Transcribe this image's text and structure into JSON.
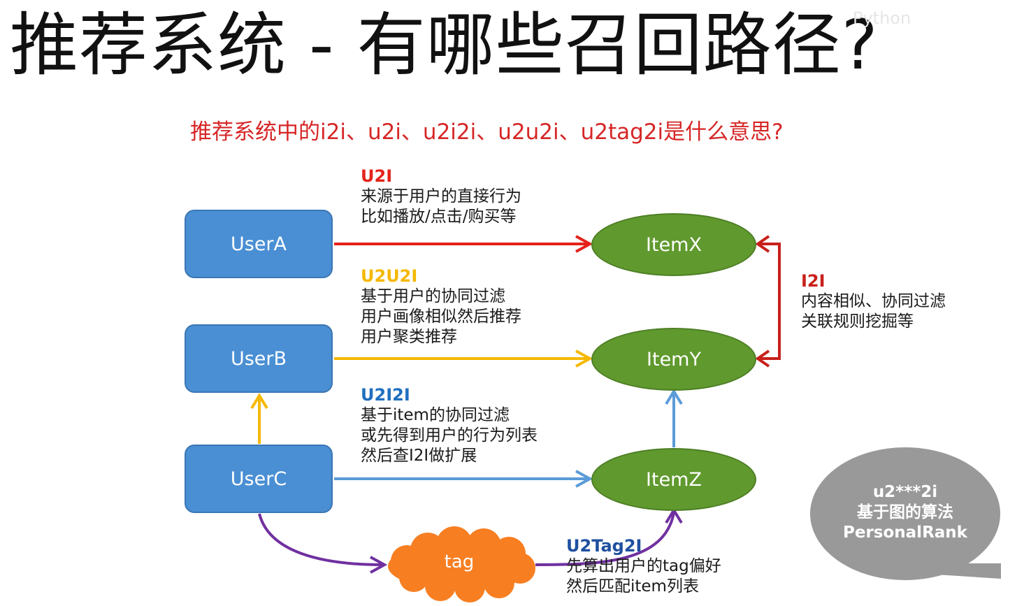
{
  "title": "推荐系统 - 有哪些召回路径?",
  "watermark": "Python",
  "subtitle": "推荐系统中的i2i、u2i、u2i2i、u2u2i、u2tag2i是什么意思?",
  "users": [
    "UserA",
    "UserB",
    "UserC"
  ],
  "items": [
    "ItemX",
    "ItemY",
    "ItemZ"
  ],
  "tag": "tag",
  "u2i": {
    "title": "U2I",
    "lines": [
      "来源于用户的直接行为",
      "比如播放/点击/购买等"
    ]
  },
  "u2u2i": {
    "title": "U2U2I",
    "lines": [
      "基于用户的协同过滤",
      "用户画像相似然后推荐",
      "用户聚类推荐"
    ]
  },
  "u2i2i": {
    "title": "U2I2I",
    "lines": [
      "基于item的协同过滤",
      "或先得到用户的行为列表",
      "然后查I2I做扩展"
    ]
  },
  "i2i": {
    "title": "I2I",
    "lines": [
      "内容相似、协同过滤",
      "关联规则挖掘等"
    ]
  },
  "u2tag2i": {
    "title": "U2Tag2I",
    "lines": [
      "先算出用户的tag偏好",
      "然后匹配item列表"
    ]
  },
  "bubble": {
    "lines": [
      "u2***2i",
      "基于图的算法",
      "PersonalRank"
    ]
  },
  "colors": {
    "u2i": "#e4231b",
    "u2u2i": "#f5b800",
    "u2i2i": "#5b9bd8",
    "u2i2i_title": "#1f6fbf",
    "i2i": "#c8201b",
    "u2tag2i": "#7030a0",
    "u2tag2i_title": "#1f4fa0",
    "user_fill": "#4a8fd4",
    "item_fill": "#60992e",
    "tag_fill": "#f77f22",
    "bubble_fill": "#999999"
  }
}
